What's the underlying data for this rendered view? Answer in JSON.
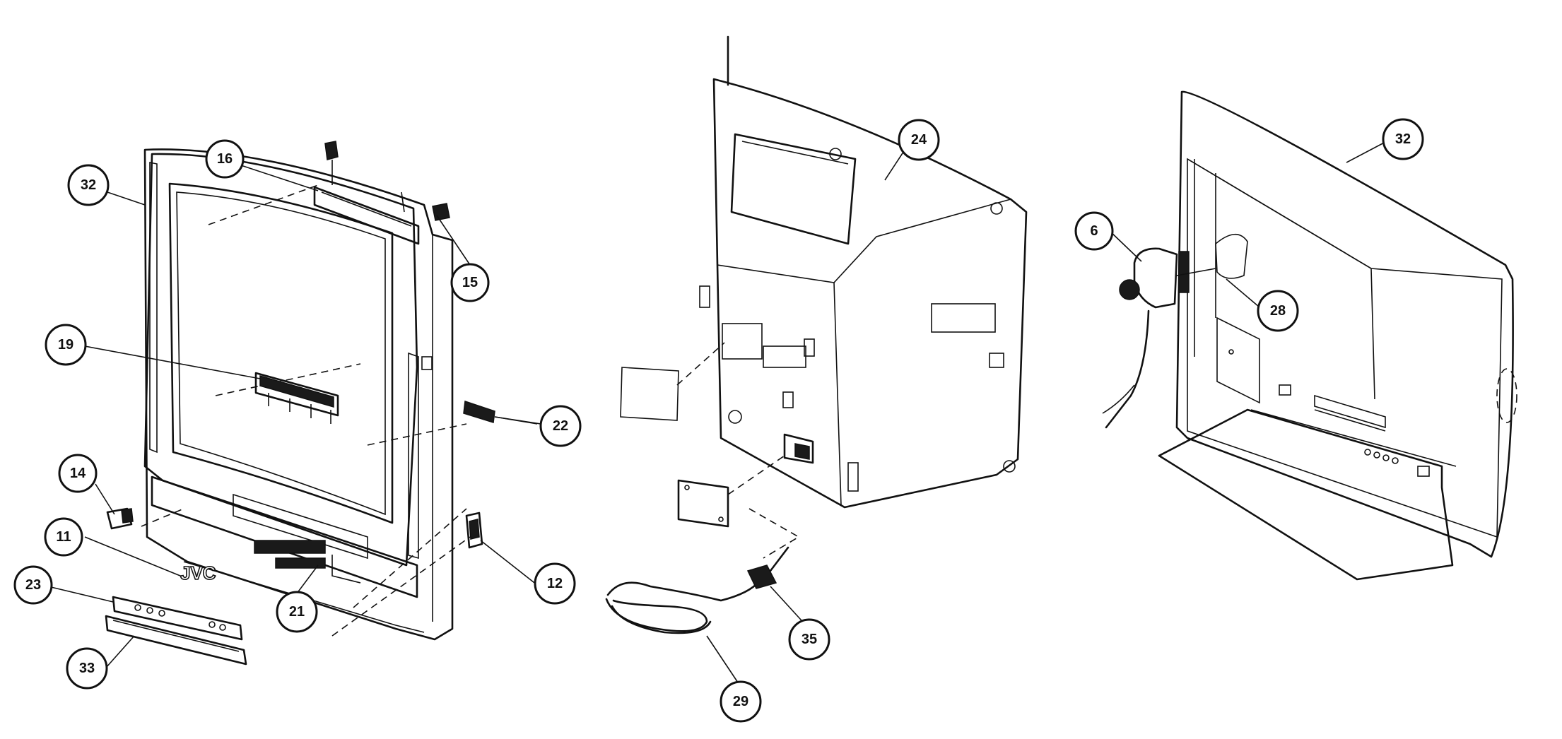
{
  "callouts": [
    {
      "id": "c32a",
      "label": "32"
    },
    {
      "id": "c16",
      "label": "16"
    },
    {
      "id": "c15",
      "label": "15"
    },
    {
      "id": "c19",
      "label": "19"
    },
    {
      "id": "c22",
      "label": "22"
    },
    {
      "id": "c14",
      "label": "14"
    },
    {
      "id": "c11",
      "label": "11"
    },
    {
      "id": "c23",
      "label": "23"
    },
    {
      "id": "c21",
      "label": "21"
    },
    {
      "id": "c12",
      "label": "12"
    },
    {
      "id": "c33",
      "label": "33"
    },
    {
      "id": "c24",
      "label": "24"
    },
    {
      "id": "c35",
      "label": "35"
    },
    {
      "id": "c29",
      "label": "29"
    },
    {
      "id": "c32b",
      "label": "32"
    },
    {
      "id": "c6",
      "label": "6"
    },
    {
      "id": "c28",
      "label": "28"
    }
  ],
  "logo_text": "JVC"
}
